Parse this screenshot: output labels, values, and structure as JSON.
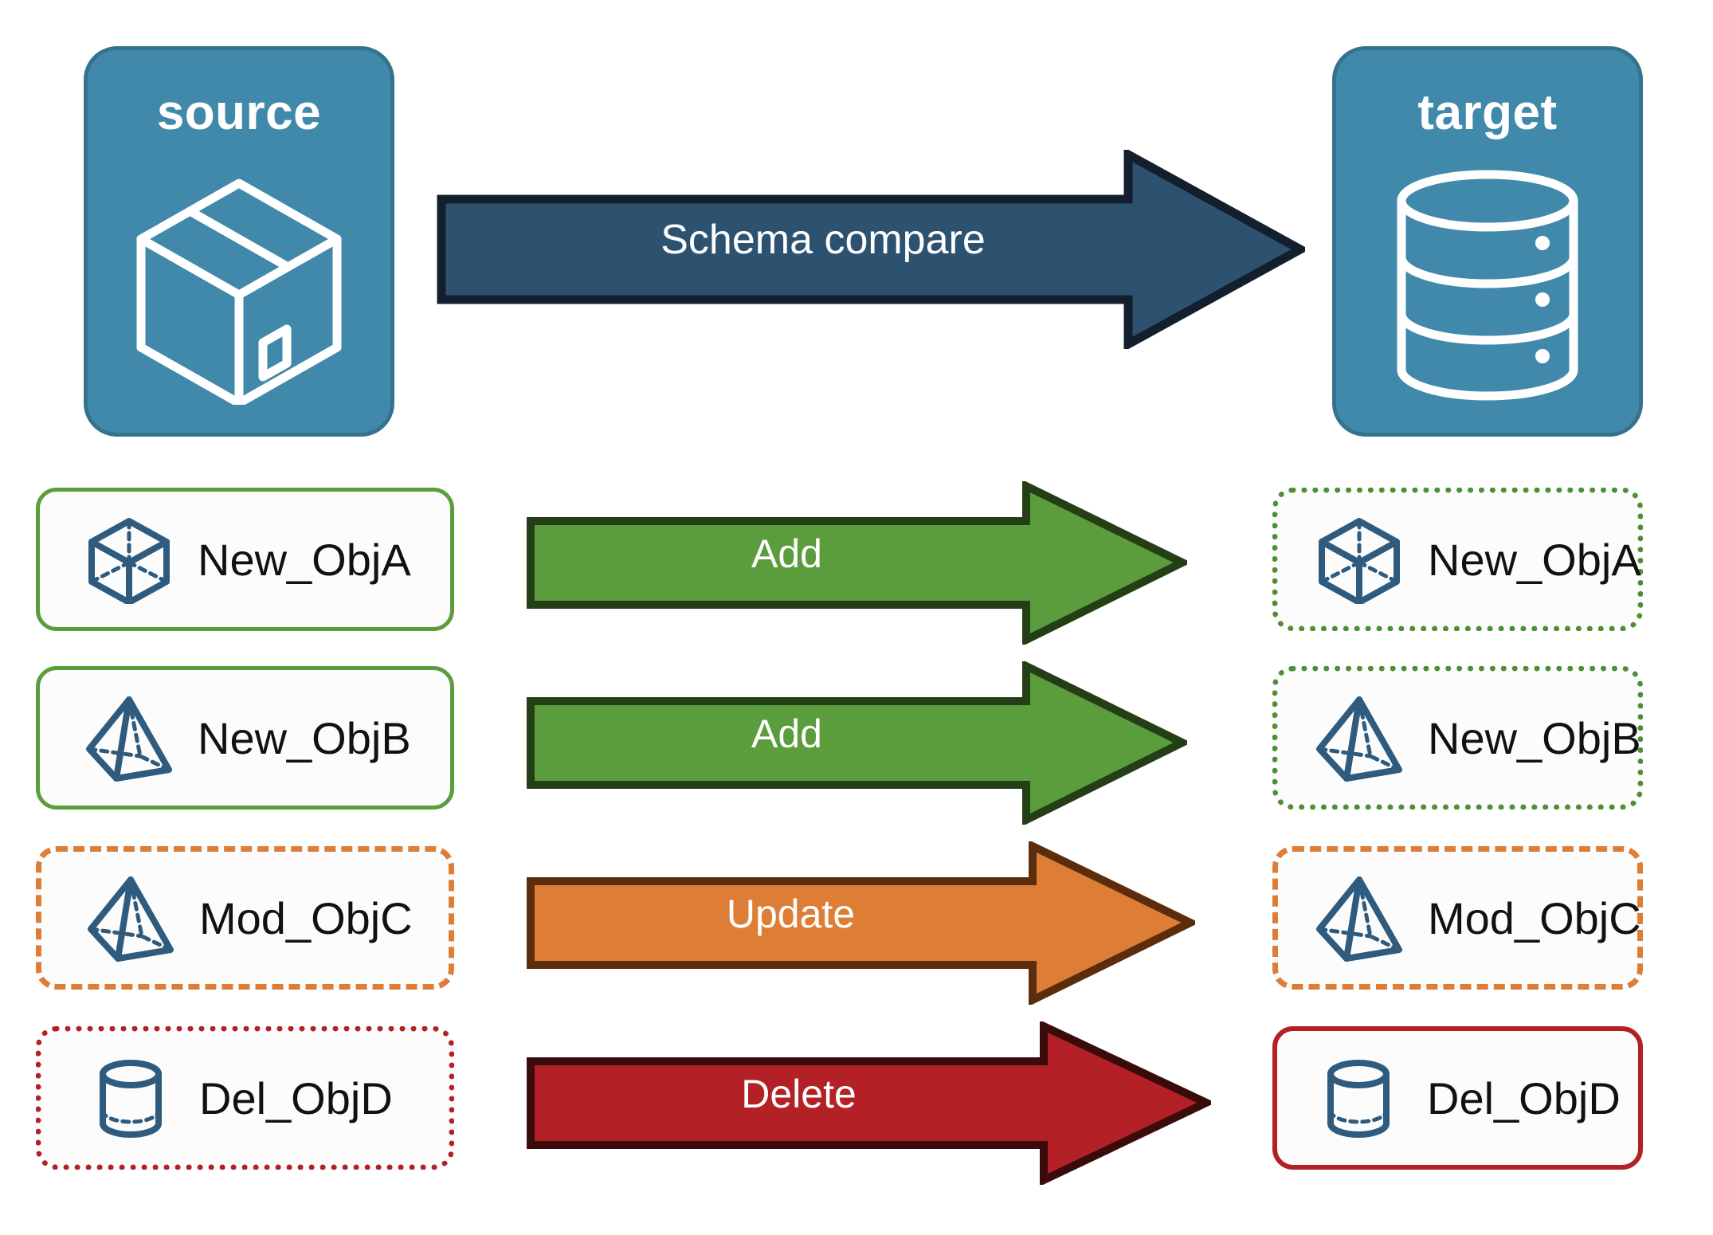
{
  "diagram": {
    "title": "Schema compare source to target",
    "endpoints": [
      {
        "id": "source",
        "label": "source",
        "icon": "package-box-icon"
      },
      {
        "id": "target",
        "label": "target",
        "icon": "database-cylinder-icon"
      }
    ],
    "main_arrow": {
      "label": "Schema compare",
      "color": "#2D5270",
      "outline": "#131F2C"
    },
    "rows": [
      {
        "source_label": "New_ObjA",
        "target_label": "New_ObjA",
        "icon": "wireframe-cube-icon",
        "action": "Add",
        "arrow_color": "#5B9C3D",
        "arrow_outline": "#243E16",
        "source_border_style": "solid",
        "source_border_color": "#5B9C3D",
        "target_border_style": "dotted",
        "target_border_color": "#4E8F34"
      },
      {
        "source_label": "New_ObjB",
        "target_label": "New_ObjB",
        "icon": "wireframe-pyramid-icon",
        "action": "Add",
        "arrow_color": "#5B9C3D",
        "arrow_outline": "#243E16",
        "source_border_style": "solid",
        "source_border_color": "#5B9C3D",
        "target_border_style": "dotted",
        "target_border_color": "#4E8F34"
      },
      {
        "source_label": "Mod_ObjC",
        "target_label": "Mod_ObjC",
        "icon": "wireframe-pyramid-icon",
        "action": "Update",
        "arrow_color": "#DE7E36",
        "arrow_outline": "#5C2D0C",
        "source_border_style": "dashed",
        "source_border_color": "#DE7E36",
        "target_border_style": "dashed",
        "target_border_color": "#DE7E36"
      },
      {
        "source_label": "Del_ObjD",
        "target_label": "Del_ObjD",
        "icon": "wireframe-cylinder-icon",
        "action": "Delete",
        "arrow_color": "#B32025",
        "arrow_outline": "#3A0B0B",
        "source_border_style": "dotted",
        "source_border_color": "#B32025",
        "target_border_style": "solid",
        "target_border_color": "#B32025"
      }
    ],
    "colors": {
      "endpoint_fill": "#4189AB",
      "endpoint_border": "#34728E",
      "icon_stroke": "#2E5B7E",
      "label_text": "#111111",
      "arrow_text": "#FFFFFF"
    }
  }
}
